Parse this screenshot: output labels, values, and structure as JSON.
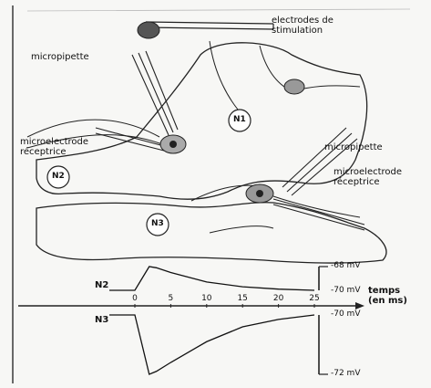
{
  "labels": {
    "electrodes": "electrodes de\nstimulation",
    "micropipette_left": "micropipette",
    "micro_rec_left": "microelectrode\nréceptrice",
    "micropipette_right": "micropipette",
    "micro_rec_right": "microelectrode\nréceptrice"
  },
  "neurons": {
    "n1": "N1",
    "n2": "N2",
    "n3": "N3"
  },
  "graph": {
    "row_n2": "N2",
    "row_n3": "N3",
    "time_label": "temps\n(en ms)",
    "ticks": [
      "0",
      "5",
      "10",
      "15",
      "20",
      "25"
    ],
    "v_top": "-68 mV",
    "v_mid1": "-70 mV",
    "v_mid2": "-70 mV",
    "v_bottom": "-72 mV"
  },
  "chart_data": {
    "type": "line",
    "xlabel": "temps (en ms)",
    "xticks": [
      0,
      5,
      10,
      15,
      20,
      25
    ],
    "series": [
      {
        "name": "N2",
        "baseline_mV": -70,
        "x": [
          0,
          2,
          3,
          5,
          10,
          15,
          20,
          25
        ],
        "y": [
          -70,
          -68,
          -68.1,
          -68.5,
          -69.3,
          -69.7,
          -69.9,
          -70
        ]
      },
      {
        "name": "N3",
        "baseline_mV": -70,
        "x": [
          0,
          2,
          3,
          5,
          10,
          15,
          20,
          25
        ],
        "y": [
          -70,
          -72,
          -71.9,
          -71.6,
          -70.9,
          -70.4,
          -70.15,
          -70
        ]
      }
    ]
  }
}
